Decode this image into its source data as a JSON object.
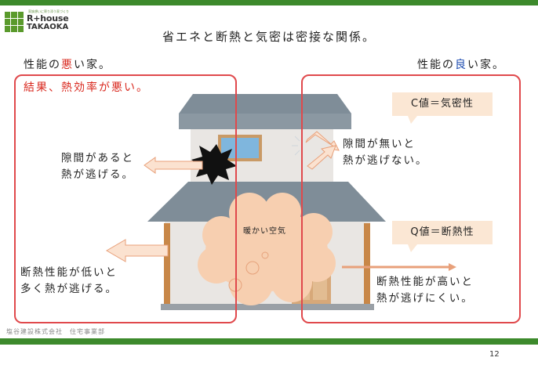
{
  "logo": {
    "tagline": "家族想いに寄り添う家づくり",
    "brand": "R+house",
    "brand_sub": "TAKAOKA"
  },
  "slide": {
    "headline": "省エネと断熱と気密は密接な関係。",
    "bad_label": {
      "pre": "性能の",
      "key": "悪",
      "post": "い家。"
    },
    "good_label": {
      "pre": "性能の",
      "key": "良",
      "post": "い家。"
    },
    "result": "結果、熱効率が悪い。",
    "gap_bad": [
      "隙間があると",
      "熱が逃げる。"
    ],
    "gap_good": [
      "隙間が無いと",
      "熱が逃げない。"
    ],
    "insulation_bad": [
      "断熱性能が低いと",
      "多く熱が逃げる。"
    ],
    "insulation_good": [
      "断熱性能が高いと",
      "熱が逃げにくい。"
    ],
    "callout_c": "C値＝気密性",
    "callout_q": "Q値＝断熱性",
    "warm_air": "暖かい空気"
  },
  "footer": {
    "company": "塩谷建設株式会社　住宅事業部",
    "page_number": "12"
  },
  "colors": {
    "brand_green": "#3d8a2c",
    "bad_red": "#d9291f",
    "good_blue": "#1f4db0",
    "callout_bg": "#fbe7d4",
    "warm_air": "#f7cfb0"
  }
}
